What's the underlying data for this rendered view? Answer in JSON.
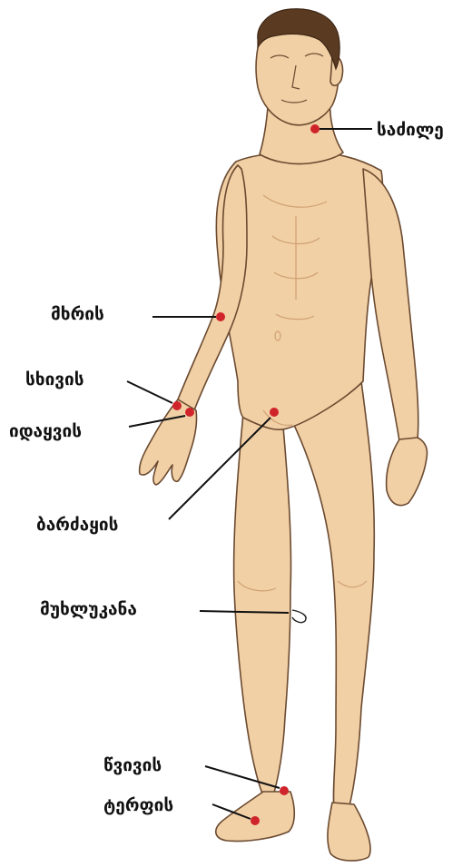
{
  "colors": {
    "skin": "#f1d0a6",
    "skin_shadow": "#d9a97c",
    "outline": "#6b4a30",
    "hair": "#5a3b22",
    "pulse_dot": "#d0242b",
    "leader_line": "#111111"
  },
  "figure": {
    "subject": "standing male anatomy figure",
    "view": "front"
  },
  "labels": [
    {
      "id": "neck",
      "text": "საძილე"
    },
    {
      "id": "arm",
      "text": "მხრის"
    },
    {
      "id": "radial",
      "text": "სხივის"
    },
    {
      "id": "ulnar",
      "text": "იდაყვის"
    },
    {
      "id": "groin",
      "text": "ბარძაყის"
    },
    {
      "id": "knee",
      "text": "მუხლუკანა"
    },
    {
      "id": "calf",
      "text": "წვივის"
    },
    {
      "id": "foot",
      "text": "ტერფის"
    }
  ]
}
